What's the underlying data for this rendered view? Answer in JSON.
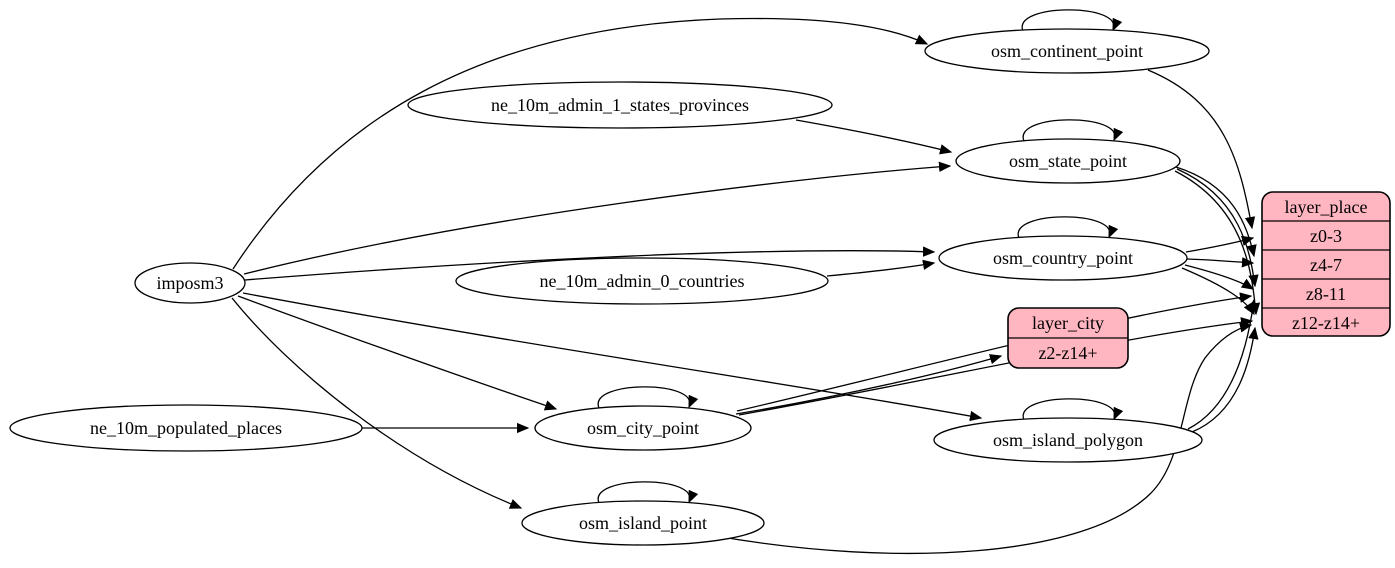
{
  "diagram": {
    "background_color": "#ffffff",
    "node_fill_color": "#ffffff",
    "record_fill_color": "#ffb6c1",
    "stroke_color": "#000000"
  },
  "nodes": {
    "imposm3": {
      "label": "imposm3"
    },
    "ne_10m_admin_1_states_provinces": {
      "label": "ne_10m_admin_1_states_provinces"
    },
    "ne_10m_admin_0_countries": {
      "label": "ne_10m_admin_0_countries"
    },
    "ne_10m_populated_places": {
      "label": "ne_10m_populated_places"
    },
    "osm_continent_point": {
      "label": "osm_continent_point"
    },
    "osm_state_point": {
      "label": "osm_state_point"
    },
    "osm_country_point": {
      "label": "osm_country_point"
    },
    "osm_city_point": {
      "label": "osm_city_point"
    },
    "osm_island_polygon": {
      "label": "osm_island_polygon"
    },
    "osm_island_point": {
      "label": "osm_island_point"
    }
  },
  "records": {
    "layer_city": {
      "title": "layer_city",
      "rows": [
        "z2-z14+"
      ]
    },
    "layer_place": {
      "title": "layer_place",
      "rows": [
        "z0-3",
        "z4-7",
        "z8-11",
        "z12-z14+"
      ]
    }
  },
  "edges": [
    {
      "from": "imposm3",
      "to": "osm_continent_point"
    },
    {
      "from": "imposm3",
      "to": "osm_state_point"
    },
    {
      "from": "imposm3",
      "to": "osm_country_point"
    },
    {
      "from": "imposm3",
      "to": "osm_city_point"
    },
    {
      "from": "imposm3",
      "to": "osm_island_polygon"
    },
    {
      "from": "imposm3",
      "to": "osm_island_point"
    },
    {
      "from": "ne_10m_admin_1_states_provinces",
      "to": "osm_state_point"
    },
    {
      "from": "ne_10m_admin_0_countries",
      "to": "osm_country_point"
    },
    {
      "from": "ne_10m_populated_places",
      "to": "osm_city_point"
    },
    {
      "from": "osm_continent_point",
      "to": "osm_continent_point"
    },
    {
      "from": "osm_state_point",
      "to": "osm_state_point"
    },
    {
      "from": "osm_country_point",
      "to": "osm_country_point"
    },
    {
      "from": "osm_city_point",
      "to": "osm_city_point"
    },
    {
      "from": "osm_island_polygon",
      "to": "osm_island_polygon"
    },
    {
      "from": "osm_island_point",
      "to": "osm_island_point"
    },
    {
      "from": "osm_continent_point",
      "to": "layer_place.z0-3"
    },
    {
      "from": "osm_country_point",
      "to": "layer_place.z0-3"
    },
    {
      "from": "osm_country_point",
      "to": "layer_place.z4-7"
    },
    {
      "from": "osm_country_point",
      "to": "layer_place.z8-11"
    },
    {
      "from": "osm_country_point",
      "to": "layer_place.z12-z14+"
    },
    {
      "from": "osm_state_point",
      "to": "layer_place.z4-7"
    },
    {
      "from": "osm_state_point",
      "to": "layer_place.z8-11"
    },
    {
      "from": "osm_state_point",
      "to": "layer_place.z12-z14+"
    },
    {
      "from": "osm_city_point",
      "to": "layer_city.z2-z14+"
    },
    {
      "from": "osm_city_point",
      "to": "layer_place.z8-11"
    },
    {
      "from": "osm_city_point",
      "to": "layer_place.z12-z14+"
    },
    {
      "from": "osm_island_polygon",
      "to": "layer_place.z8-11"
    },
    {
      "from": "osm_island_polygon",
      "to": "layer_place.z12-z14+"
    },
    {
      "from": "osm_island_point",
      "to": "layer_place.z12-z14+"
    }
  ]
}
